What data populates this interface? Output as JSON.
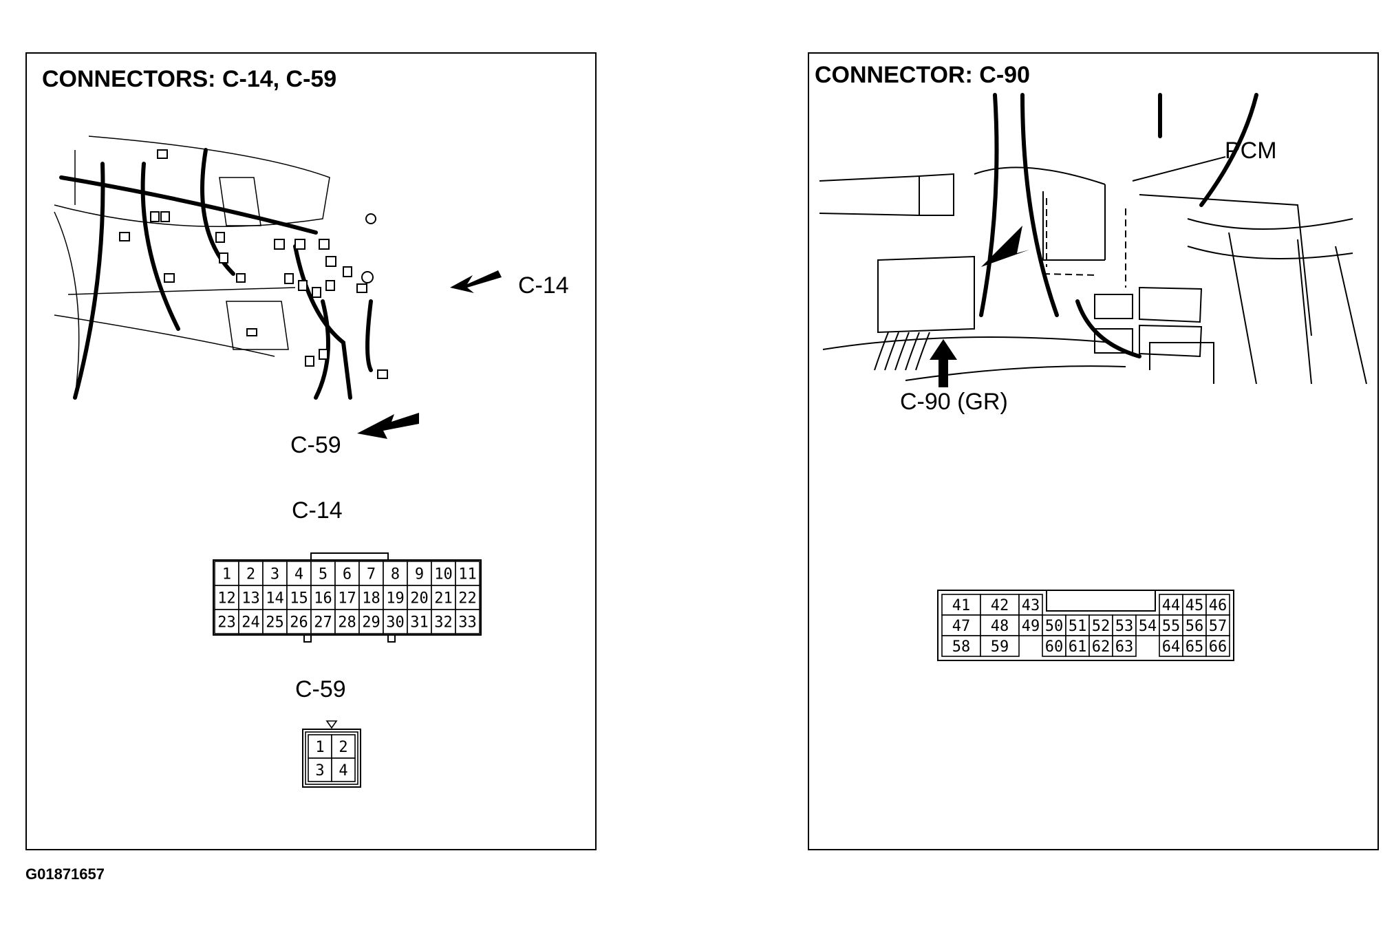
{
  "figure_id": "G01871657",
  "left_panel": {
    "title": "CONNECTORS: C-14, C-59",
    "callouts": {
      "c14": "C-14",
      "c59": "C-59"
    },
    "c14_view": {
      "title": "C-14",
      "rows": [
        [
          "1",
          "2",
          "3",
          "4",
          "5",
          "6",
          "7",
          "8",
          "9",
          "10",
          "11"
        ],
        [
          "12",
          "13",
          "14",
          "15",
          "16",
          "17",
          "18",
          "19",
          "20",
          "21",
          "22"
        ],
        [
          "23",
          "24",
          "25",
          "26",
          "27",
          "28",
          "29",
          "30",
          "31",
          "32",
          "33"
        ]
      ]
    },
    "c59_view": {
      "title": "C-59",
      "rows": [
        [
          "1",
          "2"
        ],
        [
          "3",
          "4"
        ]
      ]
    }
  },
  "right_panel": {
    "title": "CONNECTOR: C-90",
    "callouts": {
      "pcm": "PCM",
      "c90": "C-90 (GR)"
    },
    "c90_view": {
      "rows": [
        [
          "41",
          "42",
          "43",
          "",
          "",
          "",
          "",
          "",
          "44",
          "45",
          "46"
        ],
        [
          "47",
          "48",
          "49",
          "50",
          "51",
          "52",
          "53",
          "54",
          "55",
          "56",
          "57"
        ],
        [
          "58",
          "59",
          "",
          "60",
          "61",
          "62",
          "63",
          "",
          "64",
          "65",
          "66"
        ]
      ]
    }
  }
}
